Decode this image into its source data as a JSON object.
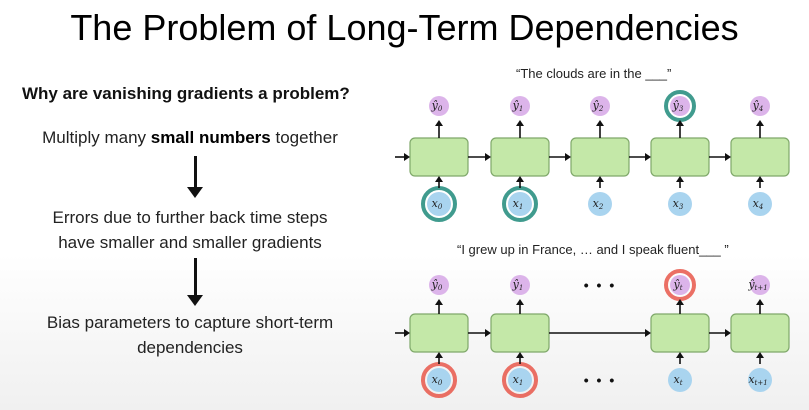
{
  "title": "The Problem of Long-Term Dependencies",
  "question": "Why are vanishing gradients a problem?",
  "steps": {
    "s1_pre": "Multiply many ",
    "s1_bold": "small numbers",
    "s1_post": " together",
    "s2_line1": "Errors due to further back time steps",
    "s2_line2": "have smaller and smaller gradients",
    "s3_line1": "Bias parameters to capture short-term",
    "s3_line2": "dependencies"
  },
  "diagram1": {
    "caption": "“The clouds are in the ___”",
    "outputs": [
      {
        "base": "ŷ",
        "sub": "0",
        "highlight": false
      },
      {
        "base": "ŷ",
        "sub": "1",
        "highlight": false
      },
      {
        "base": "ŷ",
        "sub": "2",
        "highlight": false
      },
      {
        "base": "ŷ",
        "sub": "3",
        "highlight": true
      },
      {
        "base": "ŷ",
        "sub": "4",
        "highlight": false
      }
    ],
    "inputs": [
      {
        "base": "x",
        "sub": "0",
        "highlight": true
      },
      {
        "base": "x",
        "sub": "1",
        "highlight": true
      },
      {
        "base": "x",
        "sub": "2",
        "highlight": false
      },
      {
        "base": "x",
        "sub": "3",
        "highlight": false
      },
      {
        "base": "x",
        "sub": "4",
        "highlight": false
      }
    ],
    "highlight_color": "#1f8a7a"
  },
  "diagram2": {
    "caption": "“I grew up in France, … and I speak fluent___ ”",
    "ellipsis": "• • •",
    "outputs": [
      {
        "base": "ŷ",
        "sub": "0",
        "highlight": false
      },
      {
        "base": "ŷ",
        "sub": "1",
        "highlight": false
      },
      {
        "base": "ŷ",
        "sub": "t",
        "highlight": true
      },
      {
        "base": "ŷ",
        "sub": "t+1",
        "highlight": false
      }
    ],
    "inputs": [
      {
        "base": "x",
        "sub": "0",
        "highlight": true
      },
      {
        "base": "x",
        "sub": "1",
        "highlight": true
      },
      {
        "base": "x",
        "sub": "t",
        "highlight": false
      },
      {
        "base": "x",
        "sub": "t+1",
        "highlight": false
      }
    ],
    "highlight_color": "#e8574a"
  },
  "colors": {
    "cell_fill": "#c4e8a8",
    "cell_stroke": "#7fa86a",
    "output_fill": "#dcb4ea",
    "input_fill": "#a9d4ef"
  }
}
